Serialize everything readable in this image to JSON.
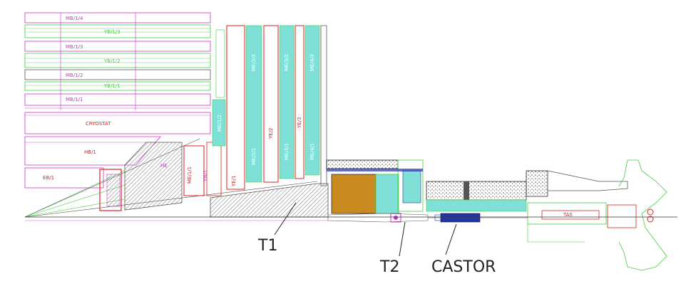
{
  "labels": {
    "mb14": "MB/1/4",
    "yb13": "YB/1/3",
    "mb13": "MB/1/3",
    "yb12": "YB/1/2",
    "mb12": "MB/1/2",
    "yb11": "YB/1/1",
    "mb11": "MB/1/1",
    "crystat": "CRYOSTAT",
    "hb1": "HB/1",
    "eb1": "EB/1",
    "he": "HE",
    "me11": "ME/1/1",
    "yn1": "YN/1",
    "ye1": "YE/1",
    "ye2": "YE/2",
    "ye3": "YE/3",
    "me21": "ME/2/1",
    "me22": "ME/2/2",
    "me31": "ME/3/1",
    "me32": "ME/3/2",
    "me41": "ME/4/1",
    "me42": "ME/4/2",
    "me12": "ME/1/2",
    "tas": "TAS",
    "t1": "T1",
    "t2": "T2",
    "castor": "CASTOR"
  },
  "colors": {
    "barrel_green": "#44cc44",
    "muon_magenta": "#cc33cc",
    "endcap_red": "#dd2222",
    "chamber_cyan": "#7fe0d8",
    "calorimeter_brown": "#c98a20",
    "castor_blue": "#2233aa",
    "beam_line": "#333333",
    "hatch_gray": "#888888"
  }
}
